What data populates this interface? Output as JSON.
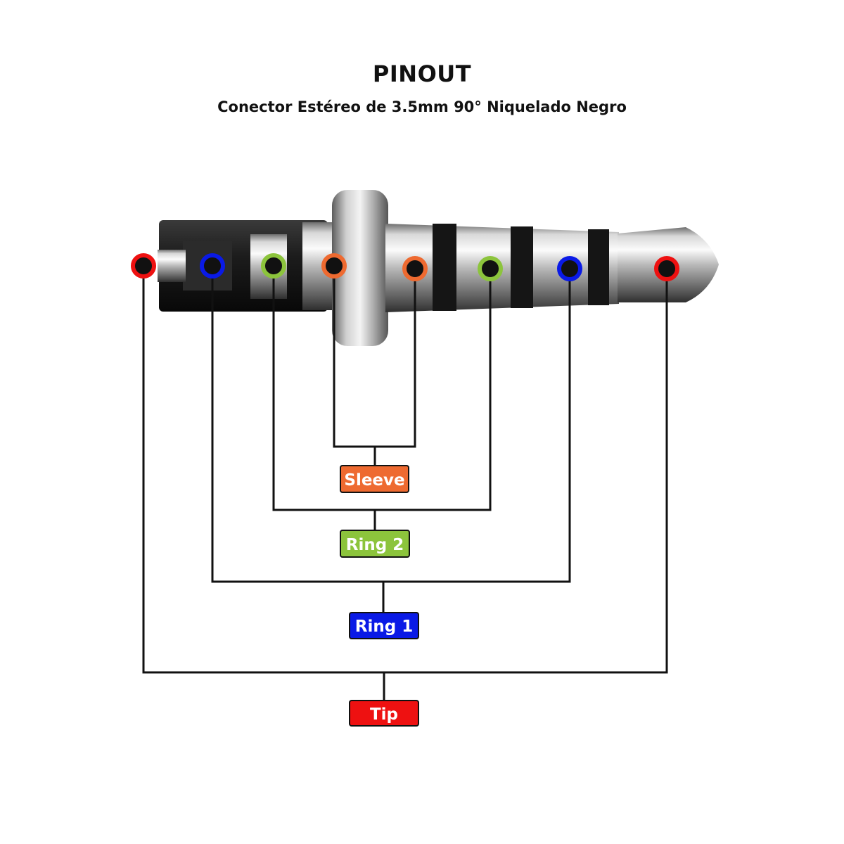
{
  "title": "PINOUT",
  "subtitle": "Conector Estéreo de 3.5mm 90° Niquelado Negro",
  "colors": {
    "tip": "#ee1111",
    "ring1": "#0a1ae6",
    "ring2": "#8cc43c",
    "sleeve": "#ee6a30",
    "line": "#111111",
    "band": "#151515"
  },
  "labels": {
    "sleeve": "Sleeve",
    "ring2": "Ring 2",
    "ring1": "Ring 1",
    "tip": "Tip"
  },
  "pins": [
    {
      "name": "tip-left",
      "group": "tip"
    },
    {
      "name": "ring1-left",
      "group": "ring1"
    },
    {
      "name": "ring2-left",
      "group": "ring2"
    },
    {
      "name": "sleeve-left",
      "group": "sleeve"
    },
    {
      "name": "sleeve-right",
      "group": "sleeve"
    },
    {
      "name": "ring2-right",
      "group": "ring2"
    },
    {
      "name": "ring1-right",
      "group": "ring1"
    },
    {
      "name": "tip-right",
      "group": "tip"
    }
  ]
}
